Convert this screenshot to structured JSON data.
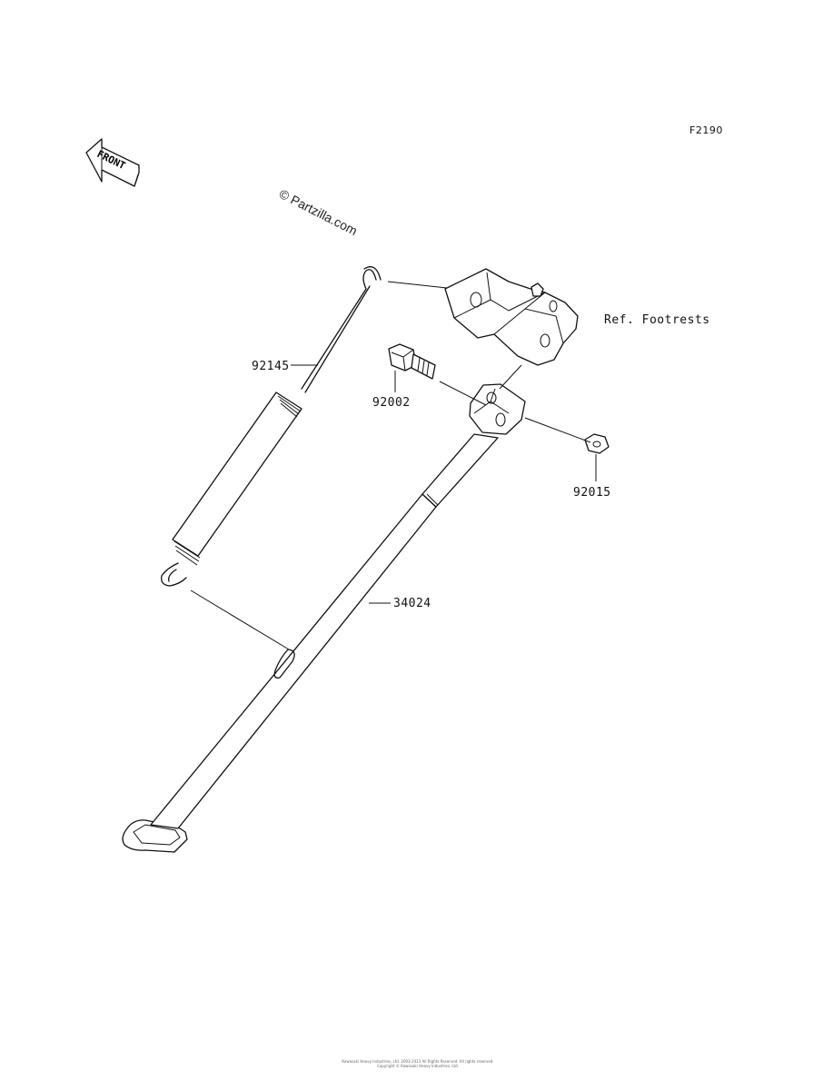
{
  "figure_code": "F2190",
  "front_arrow_text": "FRONT",
  "watermark": "© Partzilla.com",
  "parts": [
    {
      "number": "92145"
    },
    {
      "number": "92002"
    },
    {
      "number": "92015"
    },
    {
      "number": "34024"
    }
  ],
  "reference": "Ref. Footrests",
  "footer_line1": "Kawasaki Heavy Industries, Ltd. 2003-2013 All Rights Reserved. All rights reserved.",
  "footer_line2": "Copyright © Kawasaki Heavy Industries, Ltd."
}
